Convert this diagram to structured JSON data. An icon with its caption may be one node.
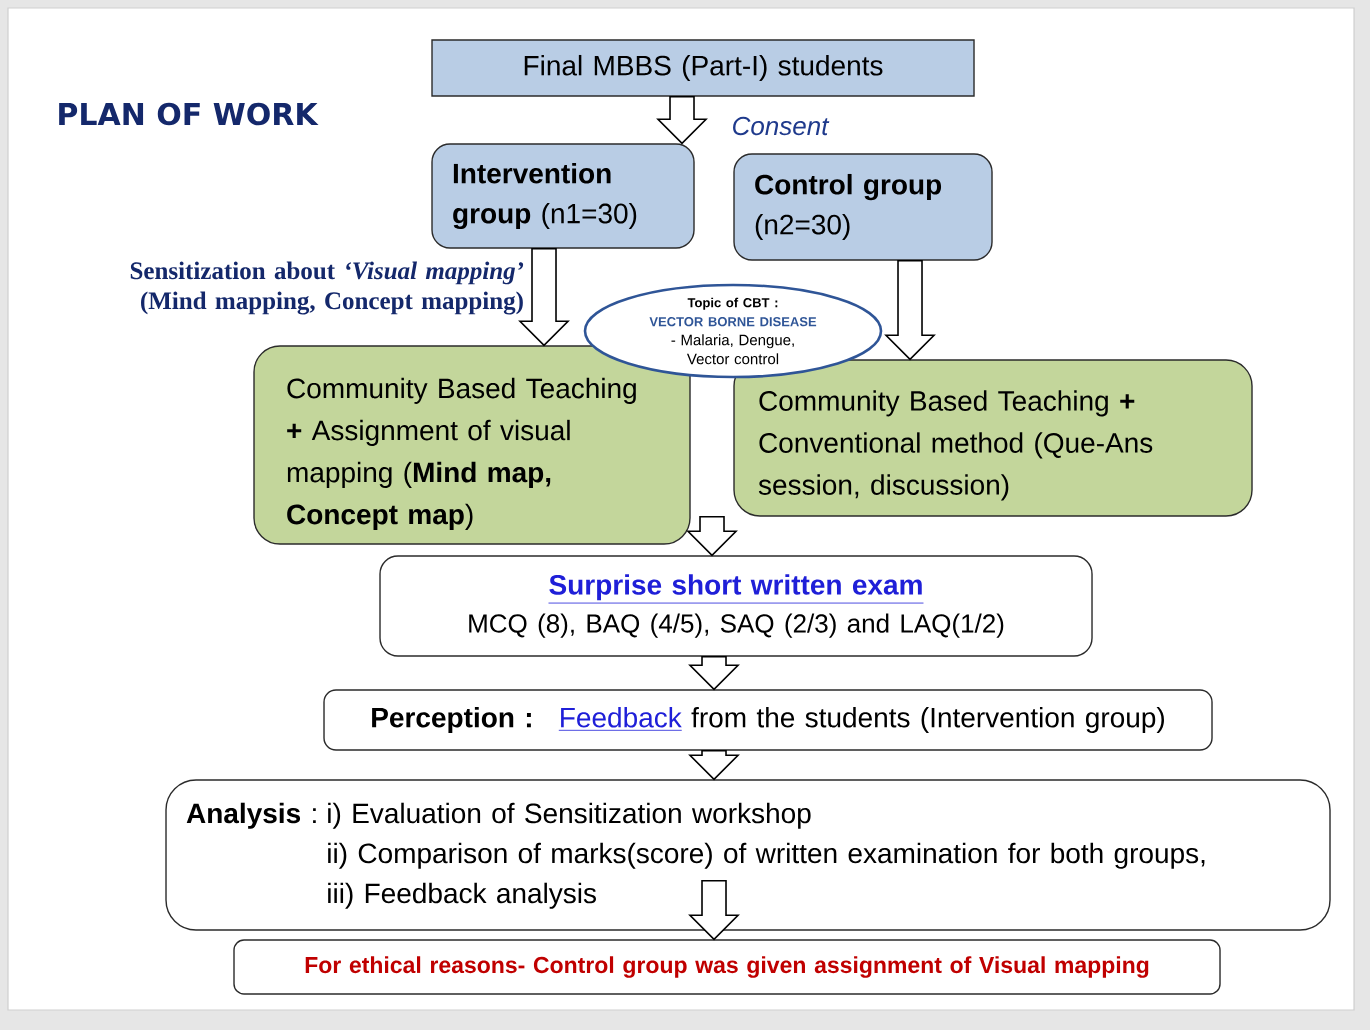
{
  "diagram": {
    "title": "PLAN OF WORK",
    "nodes": [
      {
        "text": [
          "Final MBBS (Part-I) students"
        ]
      },
      {
        "text": [
          "**Intervention group** (n1=30)"
        ]
      },
      {
        "text": [
          "**Control group** (n2=30)"
        ]
      },
      {
        "text": [
          "Community Based Teaching **+** Assignment of visual mapping (**Mind map, Concept map**)"
        ]
      },
      {
        "text": [
          "Community Based Teaching **+** Conventional method (Que-Ans session, discussion)"
        ]
      },
      {
        "text": [
          "Topic of CBT :",
          "VECTOR BORNE DISEASE",
          "- Malaria, Dengue, Vector control"
        ]
      },
      {
        "text": [
          "Surprise short written exam",
          "MCQ (8), BAQ (4/5), SAQ (2/3) and LAQ(1/2)"
        ]
      },
      {
        "text": [
          "Perception :",
          "Feedback",
          "from the students (Intervention group)"
        ]
      },
      {
        "text": [
          "**Analysis** :",
          "i) Evaluation of Sensitization workshop",
          "ii) Comparison of marks(score) of written examination for both groups,",
          "iii) Feedback analysis"
        ]
      },
      {
        "text": [
          "For ethical reasons- Control group was given assignment of Visual mapping"
        ]
      }
    ],
    "edges": [
      {
        "from": 0,
        "to": 1,
        "arrow": "to",
        "label": "Consent"
      },
      {
        "from": 1,
        "to": 3,
        "arrow": "to",
        "label": "Sensitization about *‘Visual mapping’* (Mind mapping, Concept mapping)"
      },
      {
        "from": 2,
        "to": 4,
        "arrow": "to"
      },
      {
        "from": 3,
        "to": 6,
        "arrow": "to"
      },
      {
        "from": 4,
        "to": 6,
        "arrow": "to"
      },
      {
        "from": 6,
        "to": 7,
        "arrow": "to"
      },
      {
        "from": 7,
        "to": 8,
        "arrow": "to"
      },
      {
        "from": 8,
        "to": 9,
        "arrow": "to"
      }
    ]
  }
}
